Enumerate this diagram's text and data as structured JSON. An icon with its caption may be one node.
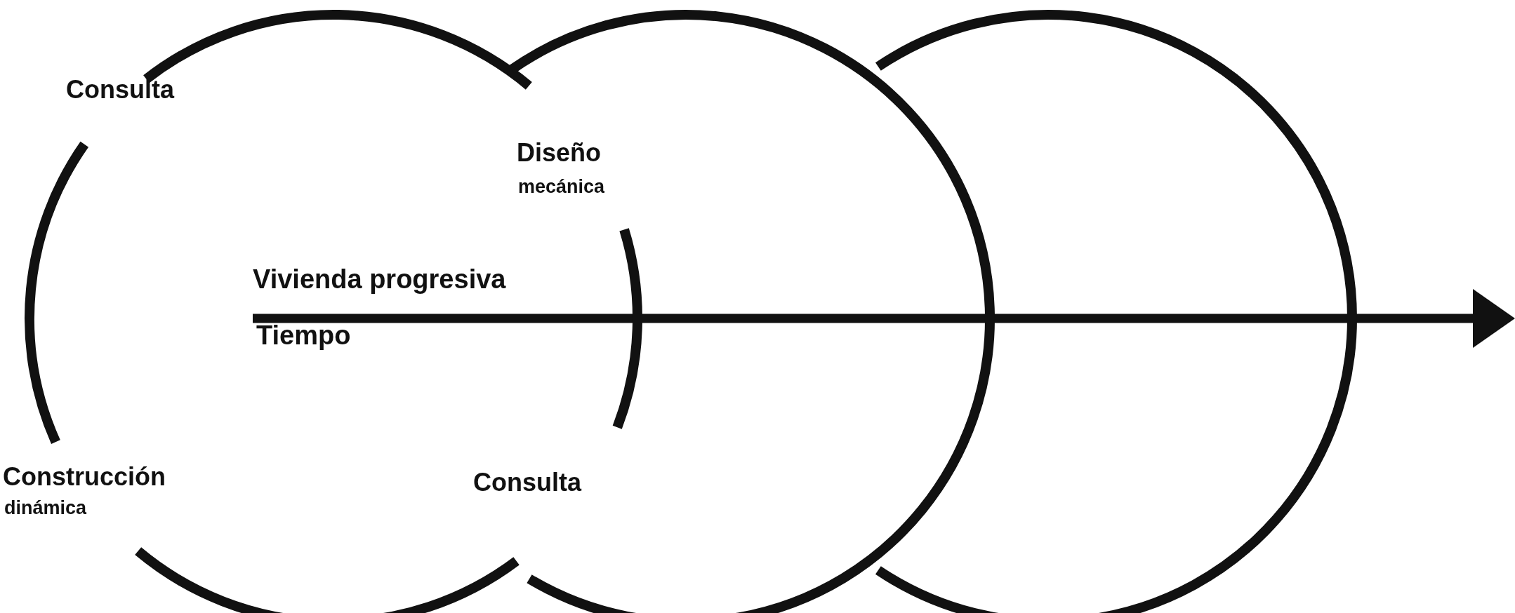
{
  "diagram": {
    "nodes": [
      {
        "text": [],
        "shape": "circle"
      },
      {
        "text": [],
        "shape": "circle"
      },
      {
        "text": [],
        "shape": "circle"
      }
    ],
    "labels": [
      "Consulta",
      "Diseño",
      "mecánica",
      "Vivienda progresiva",
      "Tiempo",
      "Construcción",
      "dinámica",
      "Consulta"
    ]
  }
}
